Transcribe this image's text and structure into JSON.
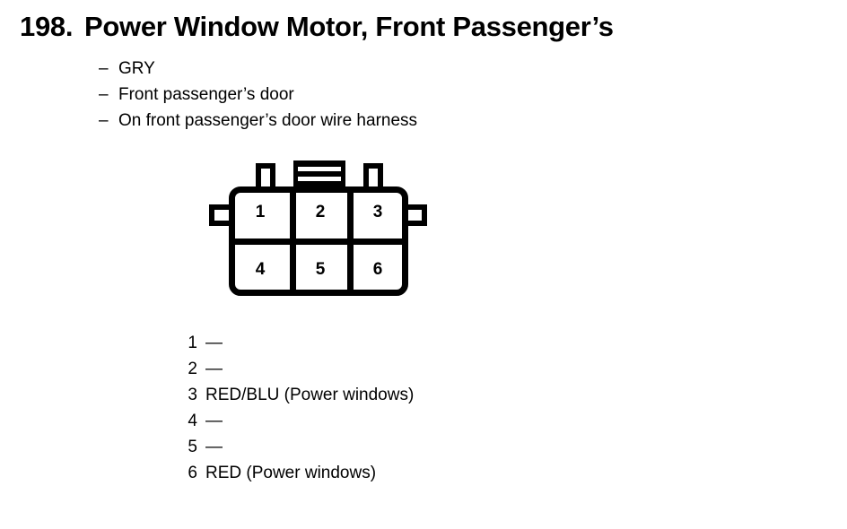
{
  "header": {
    "number": "198.",
    "title": "Power Window Motor, Front Passenger’s",
    "full_title": "198. Power Window Motor, Front Passenger’s"
  },
  "notes": {
    "dash": "–",
    "items": [
      "GRY",
      "Front passenger’s door",
      "On front passenger’s door wire harness"
    ]
  },
  "connector": {
    "name": "6-pin connector",
    "rows": [
      [
        "1",
        "2",
        "3"
      ],
      [
        "4",
        "5",
        "6"
      ]
    ],
    "pins": [
      "1",
      "2",
      "3",
      "4",
      "5",
      "6"
    ],
    "line_color": "#000000",
    "fill_color": "#ffffff"
  },
  "legend": {
    "rows": [
      {
        "pin": "1",
        "desc": "—"
      },
      {
        "pin": "2",
        "desc": "—"
      },
      {
        "pin": "3",
        "desc": "RED/BLU (Power windows)"
      },
      {
        "pin": "4",
        "desc": "—"
      },
      {
        "pin": "5",
        "desc": "—"
      },
      {
        "pin": "6",
        "desc": "RED (Power windows)"
      }
    ]
  }
}
